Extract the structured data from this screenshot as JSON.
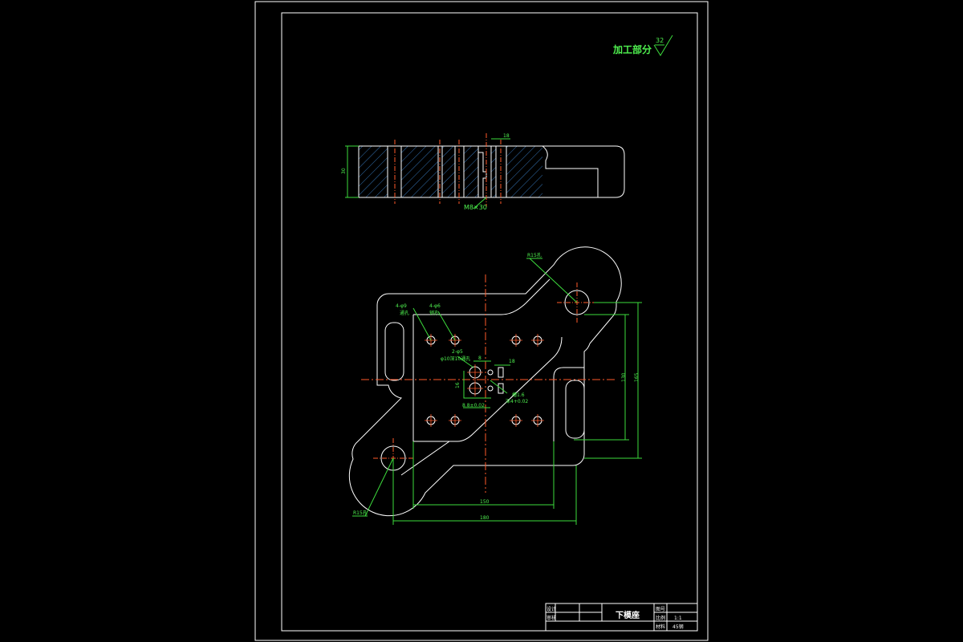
{
  "surface_finish": {
    "label": "加工部分",
    "roughness": "32"
  },
  "side_view": {
    "thread_note": "M8×30",
    "top_dim": "18",
    "left_dim": "30"
  },
  "plan_view": {
    "hole_note_upper_left": "R15孔",
    "hole_note_lower_left": "R15孔",
    "bolt_note_a": [
      "4-φ9",
      "通孔"
    ],
    "bolt_note_b": [
      "4-φ6",
      "销孔"
    ],
    "center_note": [
      "2-φ5",
      "φ10深10通孔"
    ],
    "center_dim_small": "8",
    "center_dim_right": "18",
    "center_dim_left": "16",
    "center_bottom_note": "8.8±0.02",
    "slot_note": [
      "槽1.6",
      "深4+0.02"
    ],
    "dim_inner_width": "150",
    "dim_outer_width": "180",
    "dim_inner_height": "130",
    "dim_outer_height": "165"
  },
  "title_block": {
    "part_name": "下模座",
    "row_labels": [
      "设计",
      "审核"
    ],
    "right_labels": [
      "图号",
      "比例",
      "材料"
    ],
    "scale": "1:1",
    "material": "45钢"
  },
  "colors": {
    "outline": "#ffffff",
    "dimension": "#3ddc3d",
    "centerline": "#ff5a2a",
    "hatch": "#4aa3ff",
    "text": "#4ff04f"
  }
}
